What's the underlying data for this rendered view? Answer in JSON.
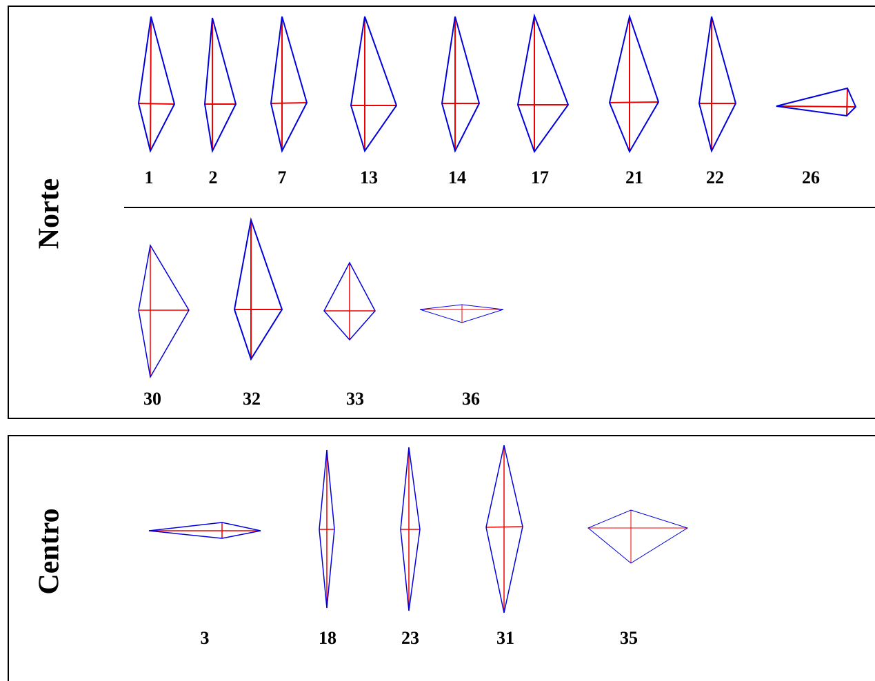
{
  "colors": {
    "outline": "#0000dd",
    "axis": "#ee0000",
    "border": "#000000"
  },
  "regions": [
    {
      "name": "Norte",
      "rows": [
        {
          "shapes": [
            {
              "label": "1"
            },
            {
              "label": "2"
            },
            {
              "label": "7"
            },
            {
              "label": "13"
            },
            {
              "label": "14"
            },
            {
              "label": "17"
            },
            {
              "label": "21"
            },
            {
              "label": "22"
            },
            {
              "label": "26"
            }
          ]
        },
        {
          "shapes": [
            {
              "label": "30"
            },
            {
              "label": "32"
            },
            {
              "label": "33"
            },
            {
              "label": "36"
            }
          ]
        }
      ]
    },
    {
      "name": "Centro",
      "rows": [
        {
          "shapes": [
            {
              "label": "3"
            },
            {
              "label": "18"
            },
            {
              "label": "23"
            },
            {
              "label": "31"
            },
            {
              "label": "35"
            }
          ]
        }
      ]
    }
  ]
}
